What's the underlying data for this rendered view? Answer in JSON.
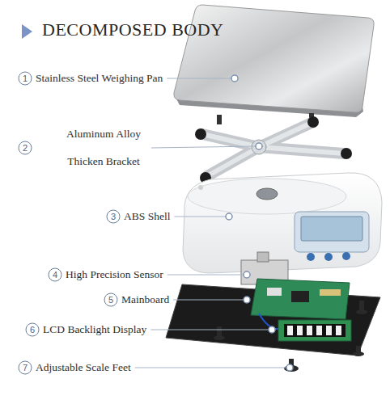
{
  "diagram": {
    "title": "DECOMPOSED BODY",
    "labels": [
      "1",
      "Stainless Steel Weighing Pan",
      "2",
      "Aluminum Alloy Thicken Bracket",
      "3",
      "ABS Shell",
      "4",
      "High Precision Sensor",
      "5",
      "Mainboard",
      "6",
      "LCD Backlight Display",
      "7",
      "Adjustable Scale Feet"
    ]
  }
}
